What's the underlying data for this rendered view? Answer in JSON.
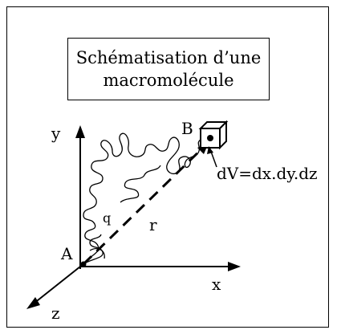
{
  "title": {
    "line1": "Schématisation d’une",
    "line2": "macromolécule"
  },
  "labels": {
    "y_axis": "y",
    "x_axis": "x",
    "z_axis": "z",
    "point_a": "A",
    "point_b": "B",
    "vector_r": "r",
    "small_q": "q",
    "volume": "dV=dx.dy.dz"
  },
  "icons": {
    "volume_cube": "cube-icon"
  }
}
